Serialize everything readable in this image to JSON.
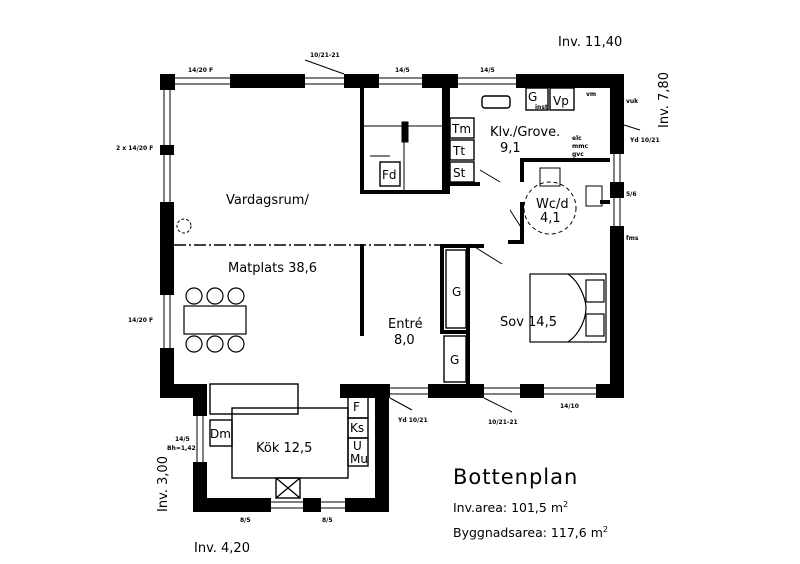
{
  "rooms": {
    "vardagsrum": "Vardagsrum/",
    "matplats": "Matplats 38,6",
    "entre_name": "Entré",
    "entre_area": "8,0",
    "klv_name": "Klv./Grove.",
    "klv_area": "9,1",
    "wc_name": "Wc/d",
    "wc_area": "4,1",
    "sov": "Sov 14,5",
    "kok": "Kök 12,5"
  },
  "fixtures": {
    "fd": "Fd",
    "tm": "Tm",
    "tt": "Tt",
    "st": "St",
    "g_top": "G",
    "vp": "Vp",
    "g_hall1": "G",
    "g_hall2": "G",
    "dm": "Dm",
    "f": "F",
    "ks": "Ks",
    "u": "U",
    "mu": "Mu"
  },
  "annotations": {
    "win_lr_top": "14/20 F",
    "door_top": "10/21-21",
    "win_top_mid": "14/5",
    "win_top_right": "14/5",
    "win_left_top": "2 x 14/20 F",
    "win_left_bottom": "14/20 F",
    "vm": "vm",
    "vuk": "vuk",
    "yd_right": "Yd 10/21",
    "elc": "elc",
    "mmc": "mmc",
    "gvc": "gvc",
    "win_56": "5/6",
    "fms": "fms",
    "yd_bottom": "Yd 10/21",
    "door_bottom": "10/21-21",
    "win_sov_bottom": "14/10",
    "win_kok_left_1": "14/5",
    "win_kok_left_2": "Bh=1,42",
    "win_kok_b1": "8/5",
    "win_kok_b2": "8/5",
    "klv_sub": "inst"
  },
  "elevations": {
    "top": "Inv. 11,40",
    "right": "Inv. 7,80",
    "left": "Inv. 3,00",
    "bottom": "Inv. 4,20"
  },
  "legend": {
    "title": "Bottenplan",
    "inv_area_label": "Inv.area: 101,5 m",
    "inv_area_sup": "2",
    "bygg_area_label": "Byggnadsarea: 117,6 m",
    "bygg_area_sup": "2"
  }
}
